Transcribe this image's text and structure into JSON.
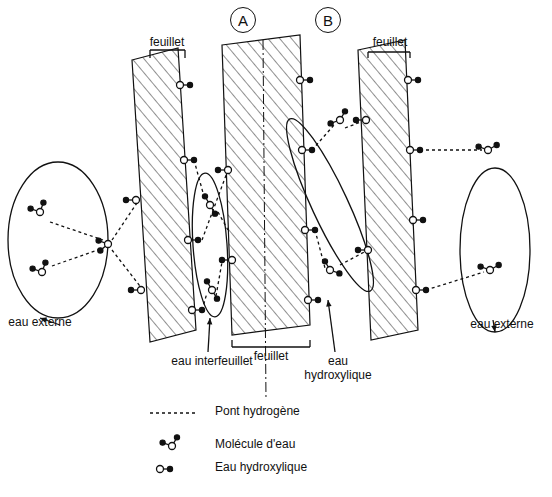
{
  "diagram": {
    "nodes": [
      {
        "text": [
          "A"
        ]
      },
      {
        "text": [
          "B"
        ]
      }
    ],
    "labels": [
      "feuillet",
      "feuillet",
      "feuillet",
      "eau externe",
      "eau interfeuillet",
      "eau hydroxylique",
      "eau externe"
    ],
    "legend": [
      {
        "text": "Pont hydrogène"
      },
      {
        "text": "Molécule d'eau"
      },
      {
        "text": "Eau hydroxylique"
      }
    ]
  }
}
